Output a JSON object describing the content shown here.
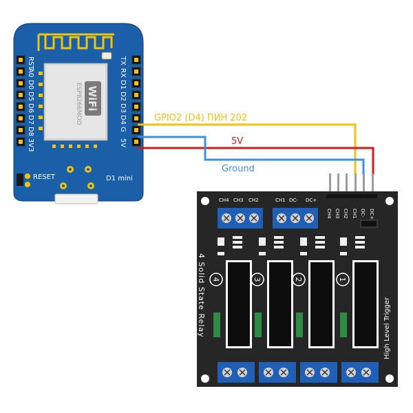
{
  "wemos": {
    "left_pins": [
      "RST",
      "A0",
      "D0",
      "D5",
      "D6",
      "D7",
      "D8",
      "3V3"
    ],
    "right_pins": [
      "TX",
      "RX",
      "D1",
      "D2",
      "D3",
      "D4",
      "G",
      "5V"
    ],
    "module_text": "ESP8266MOD",
    "wifi_logo": "WiFi",
    "reset_label": "RESET",
    "board_name": "D1 mini"
  },
  "wires": {
    "gpio_label": "GPIO2 (D4) ПИН 202",
    "vcc_label": "5V",
    "gnd_label": "Ground",
    "colors": {
      "gpio": "#f5bf13",
      "vcc": "#d11a1a",
      "gnd": "#3b8fe6"
    }
  },
  "relay": {
    "title": "4 Solid State Relay",
    "trigger": "High Level Trigger",
    "top_terminal_labels": [
      "CH4",
      "CH3",
      "CH2",
      "CH1",
      "DC-",
      "DC+"
    ],
    "header_pins": [
      "CH4",
      "CH3",
      "CH2",
      "CH1",
      "DC-",
      "DC+"
    ],
    "channels": [
      "4",
      "3",
      "2",
      "1"
    ]
  },
  "colors": {
    "board": "#1a5fa8",
    "relay_board": "#262626",
    "terminal": "#1f5fb5"
  }
}
